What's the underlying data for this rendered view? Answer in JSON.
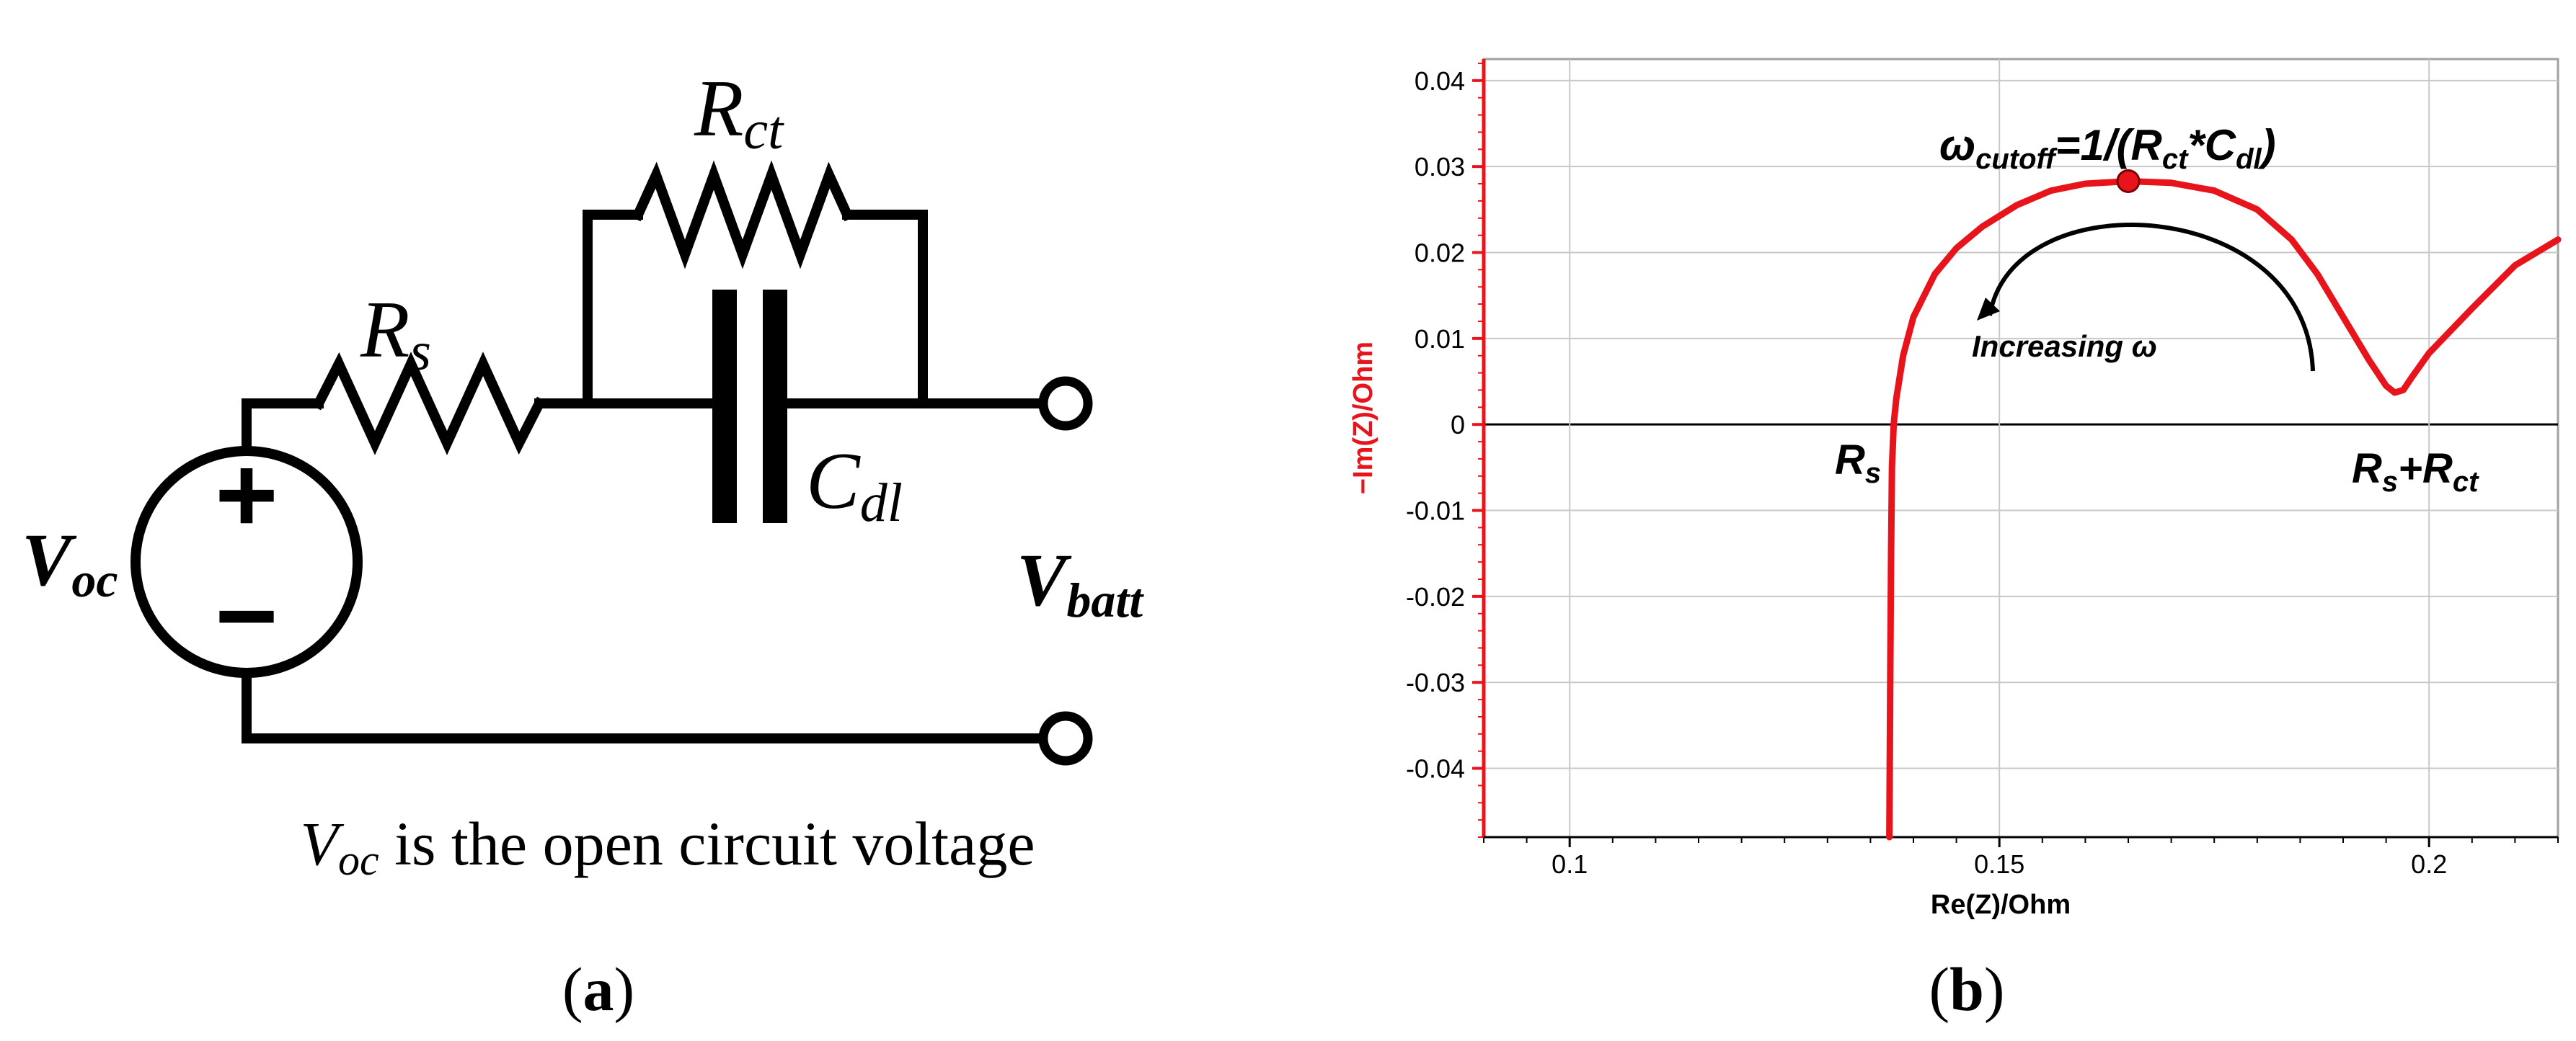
{
  "panel_a": {
    "label_prefix": "(",
    "label_letter": "a",
    "label_suffix": ")",
    "rs": {
      "main": "R",
      "sub": "s"
    },
    "rct": {
      "main": "R",
      "sub": "ct"
    },
    "cdl": {
      "main": "C",
      "sub": "dl"
    },
    "voc": {
      "main": "V",
      "sub": "oc"
    },
    "vbatt": {
      "main": "V",
      "sub": "batt"
    },
    "source_plus": "+",
    "source_minus": "−",
    "caption": {
      "main": "V",
      "sub": "oc",
      "rest": " is the open circuit voltage"
    }
  },
  "panel_b": {
    "label_prefix": "(",
    "label_letter": "b",
    "label_suffix": ")",
    "xlabel": "Re(Z)/Ohm",
    "ylabel": "−Im(Z)/Ohm",
    "cutoff": {
      "a": "ω",
      "a_sub": "cutoff",
      "b": "=1/(R",
      "b_sub": "ct",
      "c": "*C",
      "c_sub": "dl",
      "d": ")"
    },
    "increasing": "Increasing ω",
    "rs_label": {
      "main": "R",
      "sub": "s"
    },
    "rsrct_label": {
      "a": "R",
      "a_sub": "s",
      "b": "+R",
      "b_sub": "ct"
    },
    "colors": {
      "curve": "#e8141b",
      "yaxis": "#e8141b",
      "marker": "#e8141b",
      "grid": "#c8c8c8",
      "text": "#000000"
    }
  },
  "chart_data": {
    "type": "line",
    "xlabel": "Re(Z)/Ohm",
    "ylabel": "−Im(Z)/Ohm",
    "xlim": [
      0.09,
      0.215
    ],
    "ylim": [
      -0.048,
      0.0425
    ],
    "x_ticks": [
      0.1,
      0.15,
      0.2
    ],
    "x_tick_labels": [
      "0.1",
      "0.15",
      "0.2"
    ],
    "y_ticks": [
      0.04,
      0.03,
      0.02,
      0.01,
      0,
      -0.01,
      -0.02,
      -0.03,
      -0.04
    ],
    "y_tick_labels": [
      "0.04",
      "0.03",
      "0.02",
      "0.01",
      "0",
      "-0.01",
      "-0.02",
      "-0.03",
      "-0.04"
    ],
    "grid": true,
    "series": [
      {
        "x": [
          0.1372,
          0.1373,
          0.1374,
          0.1375,
          0.1377,
          0.138,
          0.1388,
          0.14,
          0.1425,
          0.145,
          0.148,
          0.152,
          0.156,
          0.16,
          0.165,
          0.17,
          0.175,
          0.18,
          0.184,
          0.187,
          0.19,
          0.193,
          0.195,
          0.196,
          0.197,
          0.198,
          0.2,
          0.205,
          0.21,
          0.215
        ],
        "y": [
          -0.048,
          -0.03,
          -0.015,
          -0.005,
          0.0,
          0.003,
          0.008,
          0.0125,
          0.0175,
          0.0205,
          0.023,
          0.0255,
          0.0272,
          0.028,
          0.0283,
          0.0281,
          0.0272,
          0.025,
          0.0215,
          0.0175,
          0.0125,
          0.0075,
          0.0045,
          0.0037,
          0.004,
          0.0055,
          0.0083,
          0.0135,
          0.0185,
          0.0215
        ]
      }
    ],
    "marker": {
      "x": 0.165,
      "y": 0.0283
    }
  }
}
